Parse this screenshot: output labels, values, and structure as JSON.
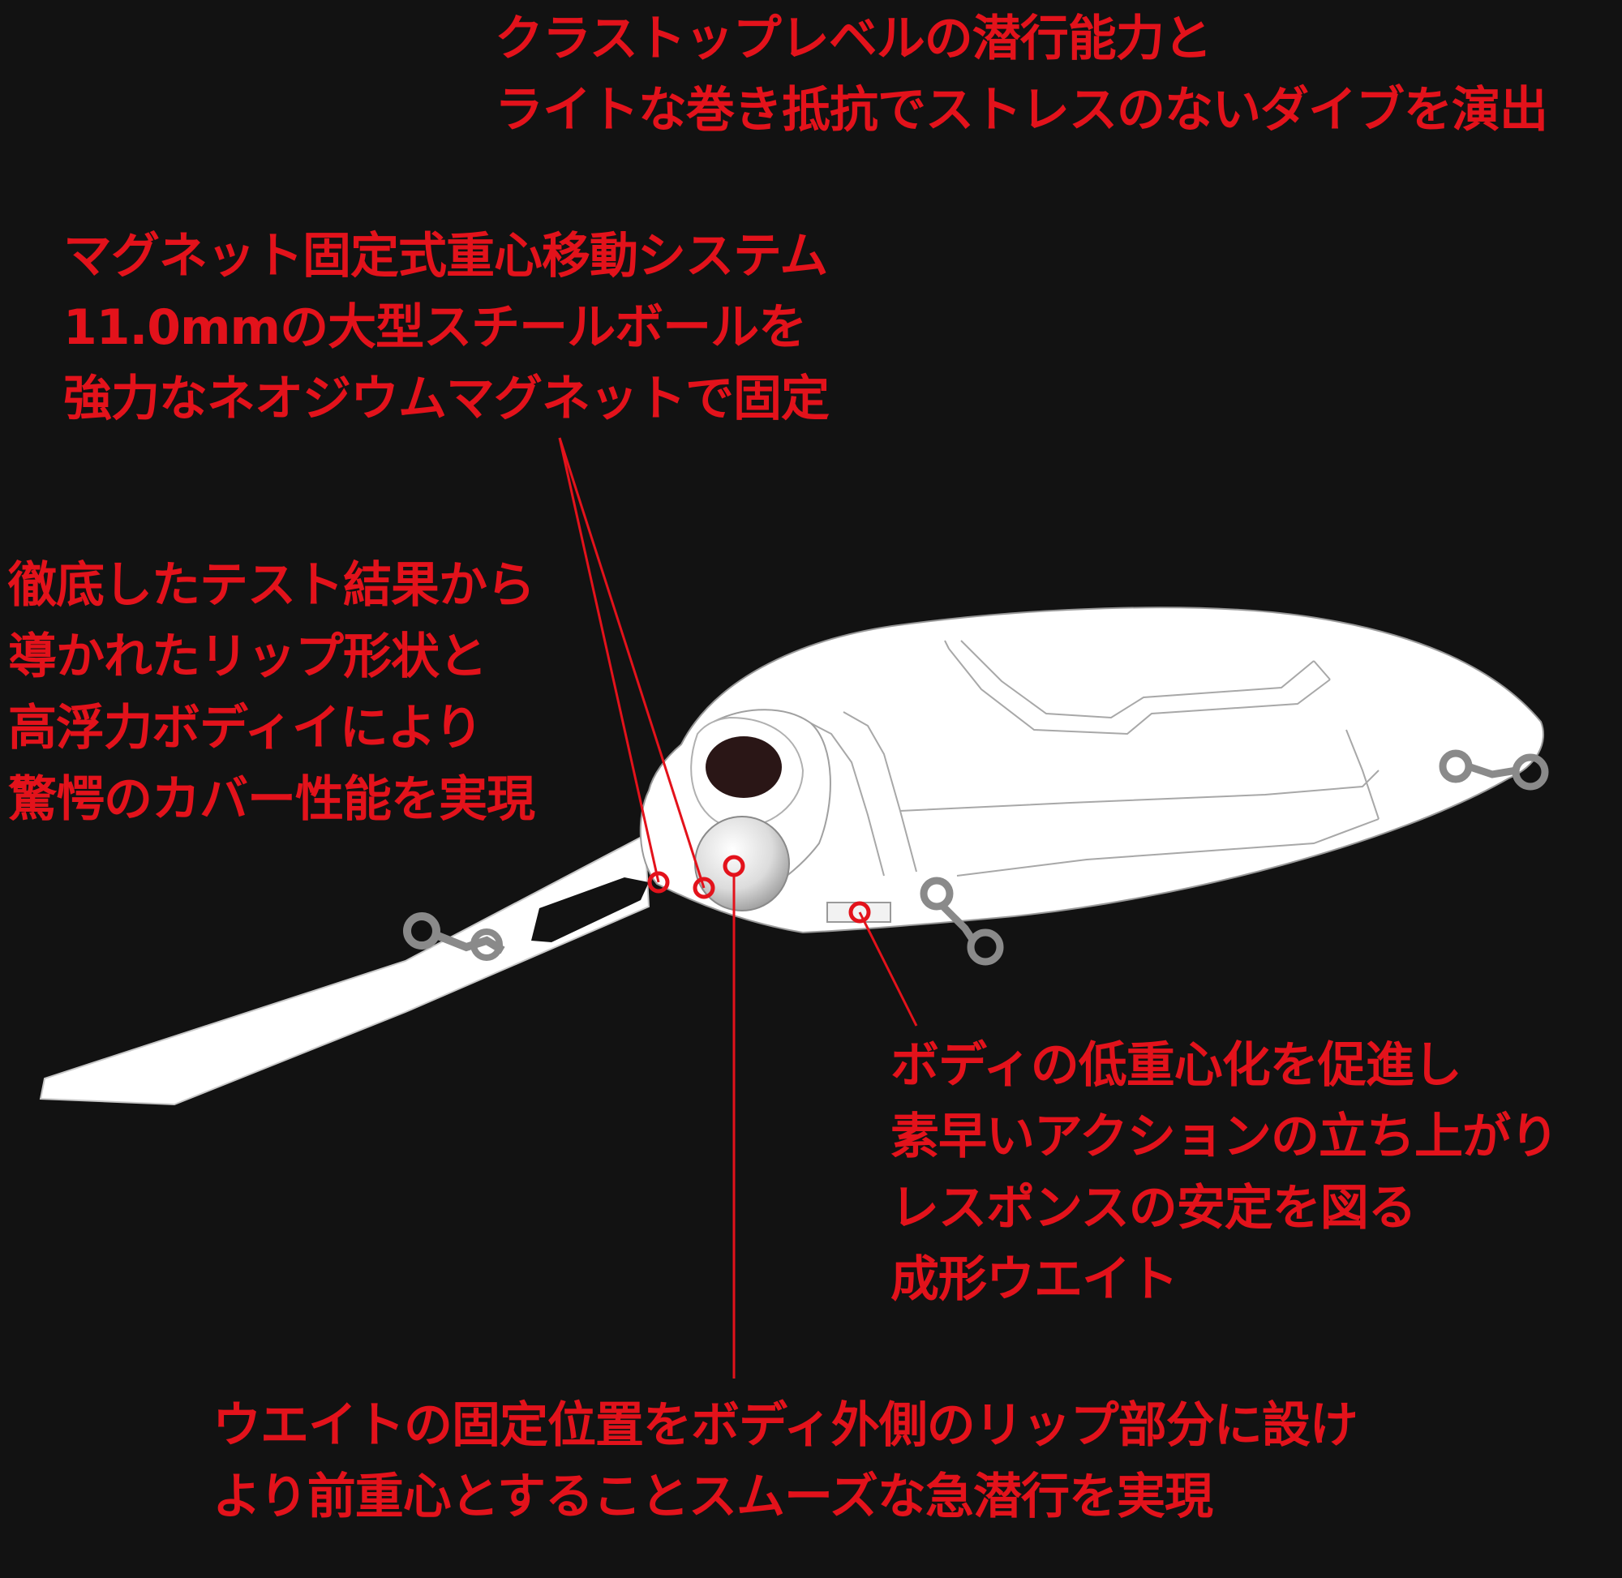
{
  "colors": {
    "background": "#121212",
    "annotation": "#e3121b",
    "lure_body": "#ffffff",
    "lure_outline": "#9a9a9a",
    "eye": "#2a1616"
  },
  "callouts": {
    "top": {
      "lines": [
        "クラストップレベルの潜行能力と",
        "ライトな巻き抵抗でストレスのないダイブを演出"
      ]
    },
    "magnet": {
      "lines": [
        "マグネット固定式重心移動システム",
        "11.0mmの大型スチールボールを",
        "強力なネオジウムマグネットで固定"
      ]
    },
    "lip": {
      "lines": [
        "徹底したテスト結果から",
        "導かれたリップ形状と",
        "高浮力ボディイにより",
        "驚愕のカバー性能を実現"
      ]
    },
    "weight": {
      "lines": [
        "ボディの低重心化を促進し",
        "素早いアクションの立ち上がり",
        "レスポンスの安定を図る",
        "成形ウエイト"
      ]
    },
    "bottom": {
      "lines": [
        "ウエイトの固定位置をボディ外側のリップ部分に設け",
        "より前重心とすることスムーズな急潜行を実現"
      ]
    }
  }
}
